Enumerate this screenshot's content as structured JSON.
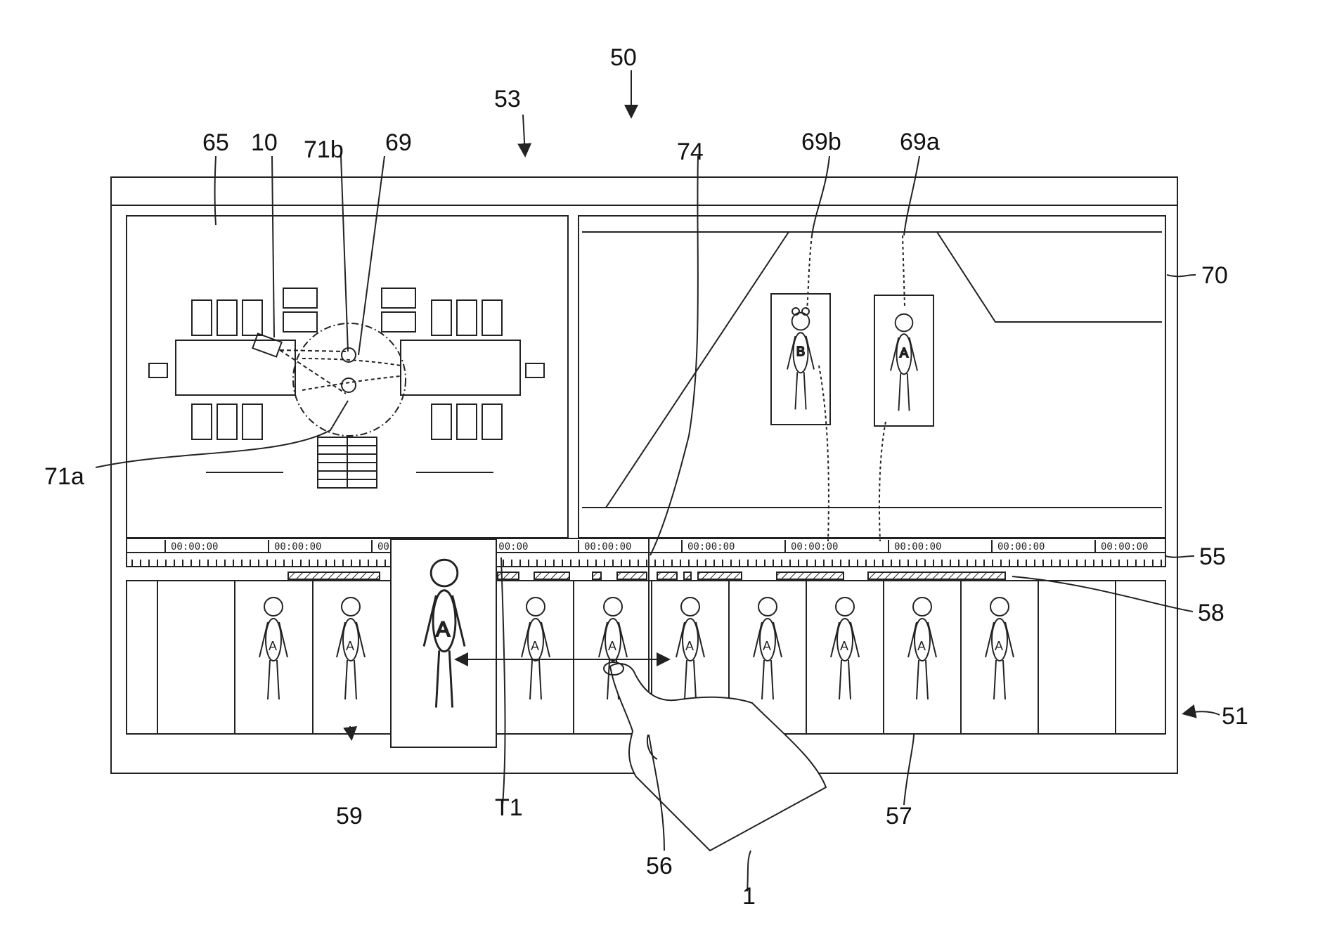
{
  "labels": {
    "screen": "50",
    "display": "53",
    "device": "51",
    "map": "65",
    "camera": "10",
    "cam_view_b": "71b",
    "map_marker": "69",
    "cam_view_a": "71a",
    "video": "70",
    "marker_b": "69b",
    "marker_a": "69a",
    "connector": "74",
    "time_bar": "55",
    "hit_bar": "58",
    "thumb_strip": "57",
    "thumbnail_row": "59",
    "enlarged": "T1",
    "cursor": "56",
    "user": "1"
  },
  "timecodes": [
    "00:00:00",
    "00:00:00",
    "00:00:00",
    "00:00:00",
    "00:00:00",
    "00:00:00",
    "00:00:00",
    "00:00:00",
    "00:00:00",
    "00:00:00"
  ],
  "person_a": "A",
  "person_b": "B"
}
